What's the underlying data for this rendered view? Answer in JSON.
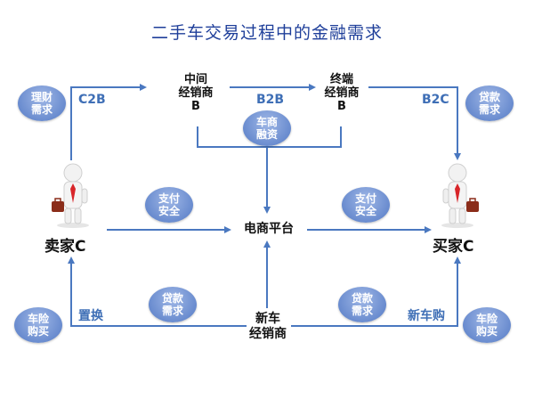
{
  "title": "二手车交易过程中的金融需求",
  "nodes": {
    "middle_dealer": "中间\n经销商\nB",
    "terminal_dealer": "终端\n经销商\nB",
    "platform": "电商平台",
    "new_car_dealer": "新车\n经销商",
    "seller": "卖家C",
    "buyer": "买家C"
  },
  "bubbles": {
    "finance_need_left": "理财\n需求",
    "loan_need_right_top": "贷款\n需求",
    "dealer_finance": "车商\n融资",
    "pay_safety_left": "支付\n安全",
    "pay_safety_right": "支付\n安全",
    "loan_need_left_bottom": "贷款\n需求",
    "loan_need_right_bottom": "贷款\n需求",
    "car_insurance_left": "车险\n购买",
    "car_insurance_right": "车险\n购买"
  },
  "edge_labels": {
    "c2b": "C2B",
    "b2b": "B2B",
    "b2c": "B2C",
    "replacement": "置换",
    "new_car_purchase": "新车购"
  },
  "colors": {
    "arrow": "#4a78c0",
    "title": "#1f3f9a",
    "bubble": "#6a8ccf",
    "edge_label": "#3f6fb6"
  }
}
